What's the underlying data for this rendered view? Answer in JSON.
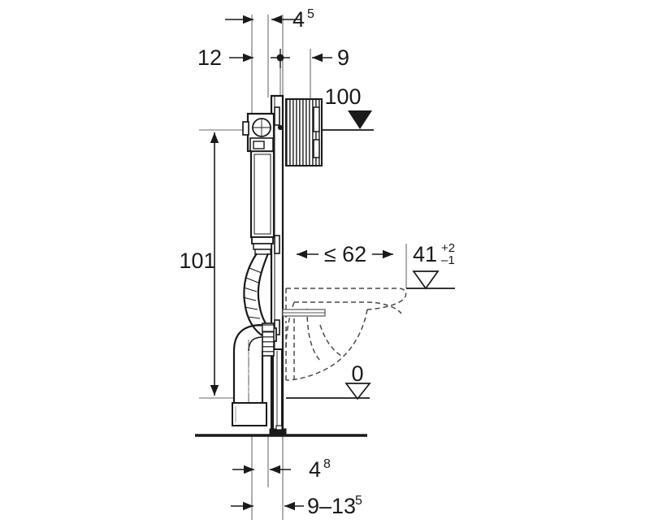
{
  "drawing": {
    "title": "Wall-hung WC frame installation dimension drawing",
    "units_note": "",
    "line_color": "#1a1a1a",
    "hidden_line_color": "#555555",
    "background": "#ffffff"
  },
  "dimensions": {
    "top_width": {
      "value": "4",
      "sup": "5",
      "name": "4^5"
    },
    "left_offset": {
      "value": "12",
      "sup": "",
      "name": "12"
    },
    "right_offset": {
      "value": "9",
      "sup": "",
      "name": "9"
    },
    "frame_height": {
      "value": "101",
      "sup": "",
      "name": "101"
    },
    "projection_max": {
      "value": "≤ 62",
      "sup": "",
      "name": "<=62"
    },
    "bottom_thickness": {
      "value": "4",
      "sup": "8",
      "name": "4^8"
    },
    "bottom_range": {
      "value": "9–13",
      "sup": "5",
      "name": "9-13^5"
    }
  },
  "levels": {
    "actuator_level": {
      "label": "100",
      "marker": "filled-triangle-down"
    },
    "seat_level": {
      "label": "41",
      "tol_plus": "+2",
      "tol_minus": "–1",
      "marker": "open-triangle-down"
    },
    "floor_level": {
      "label": "0",
      "marker": "open-triangle-down"
    }
  }
}
